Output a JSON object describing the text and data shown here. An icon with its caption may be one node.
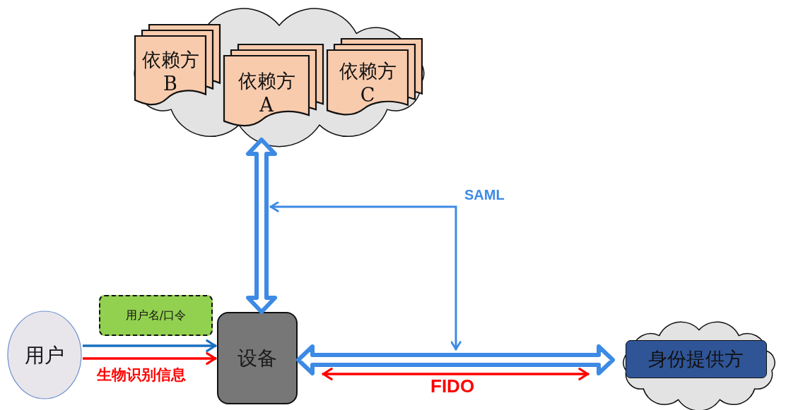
{
  "diagram": {
    "nodes": [
      {
        "text": [],
        "shape": "cloud"
      },
      {
        "text": [
          "依赖方 B"
        ],
        "in": 0
      },
      {
        "text": [
          "依赖方 A"
        ],
        "in": 0
      },
      {
        "text": [
          "依赖方 C"
        ],
        "in": 0
      },
      {
        "text": [
          "用户"
        ]
      },
      {
        "text": [
          "用户名/口令"
        ]
      },
      {
        "text": [
          "设备"
        ]
      },
      {
        "text": [],
        "shape": "cloud"
      },
      {
        "text": [
          "身份提供方"
        ],
        "in": 7
      }
    ],
    "edges": [
      {
        "from": 0,
        "to": 6,
        "arrow": "both",
        "style": "thick"
      },
      {
        "from": 4,
        "to": 6,
        "arrow": "to",
        "color": "#1a6fc0"
      },
      {
        "from": 4,
        "to": 6,
        "arrow": "to",
        "color": "#ff0000",
        "label": "生物识别信息"
      },
      {
        "from": 6,
        "to": 7,
        "arrow": "both",
        "style": "thick"
      },
      {
        "from": 6,
        "to": 7,
        "arrow": "both",
        "color": "#ff0000",
        "label": "FIDO"
      }
    ],
    "labels": [
      "SAML"
    ]
  }
}
